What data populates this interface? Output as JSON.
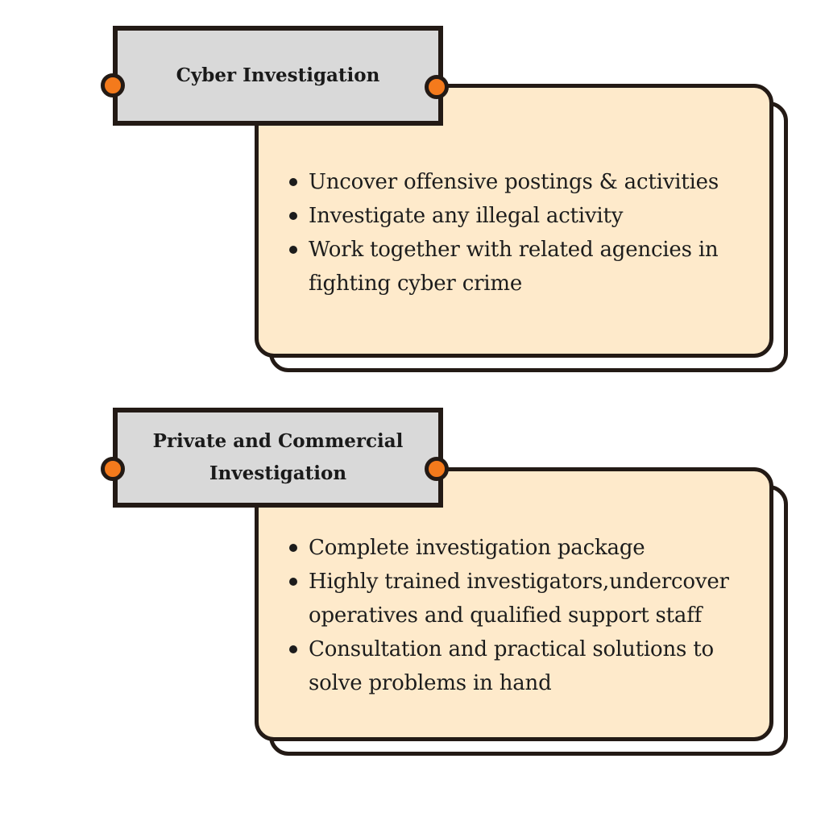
{
  "colors": {
    "title_fill": "#d9d9d9",
    "card_fill": "#feeacb",
    "outline": "#231a15",
    "connector": "#f47a1c"
  },
  "sections": [
    {
      "title": "Cyber Investigation",
      "bullets": [
        "Uncover offensive postings & activities",
        "Investigate any illegal activity",
        "Work together with related agencies in fighting cyber crime"
      ]
    },
    {
      "title": "Private and Commercial Investigation",
      "bullets": [
        "Complete investigation package",
        "Highly trained investigators,undercover operatives and qualified support staff",
        "Consultation and practical solutions to solve problems in hand"
      ]
    }
  ]
}
